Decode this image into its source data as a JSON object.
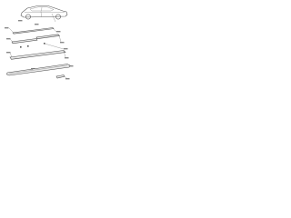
{
  "diagram": {
    "background": "#ffffff",
    "line_color": "#555555",
    "parts": [
      {
        "name": "vehicle-body",
        "icon": "sedan-outline-icon"
      },
      {
        "name": "roof-moulding"
      },
      {
        "name": "front-door-moulding"
      },
      {
        "name": "rear-door-moulding"
      },
      {
        "name": "side-sill-moulding"
      },
      {
        "name": "sill-garnish"
      },
      {
        "name": "clip"
      },
      {
        "name": "end-cap"
      }
    ]
  }
}
